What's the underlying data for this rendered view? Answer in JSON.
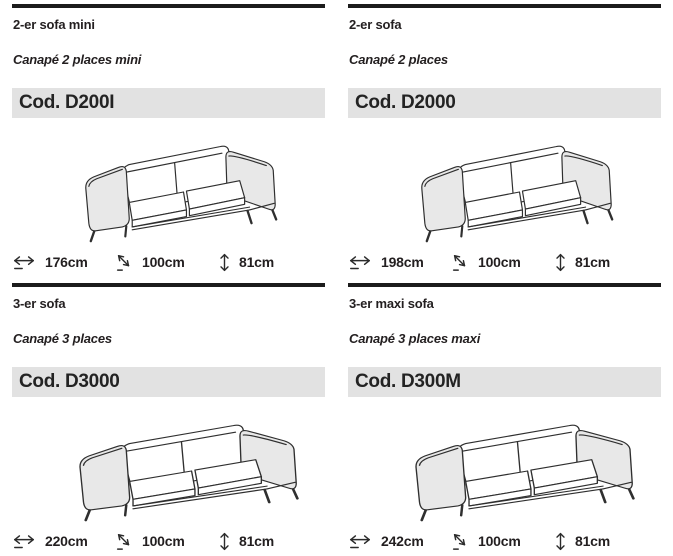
{
  "page": {
    "background": "#ffffff",
    "text_color": "#231f20",
    "rule_color": "#1c1c1c",
    "codebar_background": "#e2e2e2",
    "sofa_line_color": "#2f2f2f",
    "sofa_arm_fill": "#e8e8e8"
  },
  "dimension_icons": {
    "width": "horizontal-double-arrow-icon",
    "depth": "diagonal-double-arrow-icon",
    "height": "vertical-double-arrow-icon"
  },
  "products": [
    {
      "title": "2-er sofa mini",
      "subtitle": "Canapé 2 places mini",
      "code": "Cod. D200I",
      "dimensions": {
        "width": "176cm",
        "depth": "100cm",
        "height": "81cm"
      }
    },
    {
      "title": "2-er sofa",
      "subtitle": "Canapé 2 places",
      "code": "Cod. D2000",
      "dimensions": {
        "width": "198cm",
        "depth": "100cm",
        "height": "81cm"
      }
    },
    {
      "title": "3-er sofa",
      "subtitle": "Canapé 3 places",
      "code": "Cod. D3000",
      "dimensions": {
        "width": "220cm",
        "depth": "100cm",
        "height": "81cm"
      }
    },
    {
      "title": "3-er maxi sofa",
      "subtitle": "Canapé 3 places maxi",
      "code": "Cod. D300M",
      "dimensions": {
        "width": "242cm",
        "depth": "100cm",
        "height": "81cm"
      }
    }
  ]
}
